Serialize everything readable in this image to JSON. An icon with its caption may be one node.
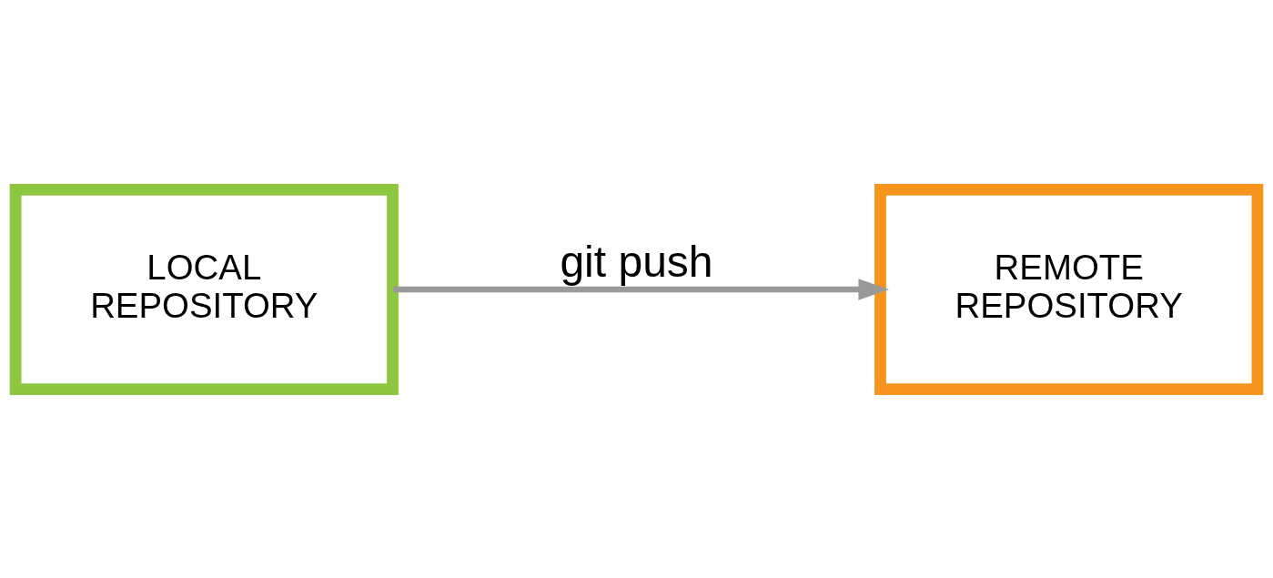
{
  "diagram": {
    "nodes": [
      {
        "text": [
          "LOCAL REPOSITORY"
        ]
      },
      {
        "text": [
          "REMOTE REPOSITORY"
        ]
      }
    ],
    "edges": [
      {
        "from": 0,
        "to": 1,
        "arrow": "to",
        "label": "git push"
      }
    ]
  }
}
